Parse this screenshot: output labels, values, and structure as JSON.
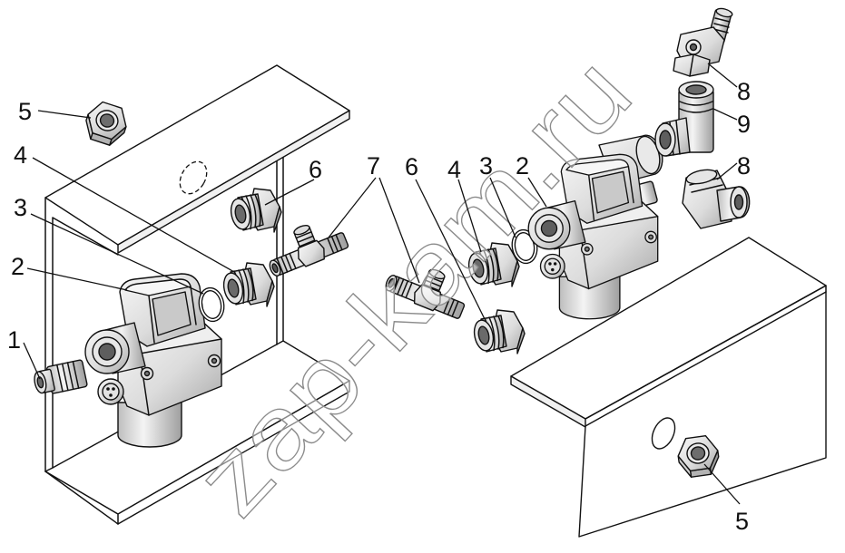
{
  "diagram": {
    "callouts": [
      "5",
      "4",
      "3",
      "2",
      "1",
      "6",
      "7",
      "6",
      "4",
      "3",
      "2",
      "8",
      "9",
      "8",
      "5"
    ],
    "watermark": "zap-kam.ru"
  },
  "colors": {
    "line": "#111111",
    "metal_light": "#f2f2f2",
    "metal_dark": "#b4b4b4",
    "watermark": "#8c8c8c"
  }
}
